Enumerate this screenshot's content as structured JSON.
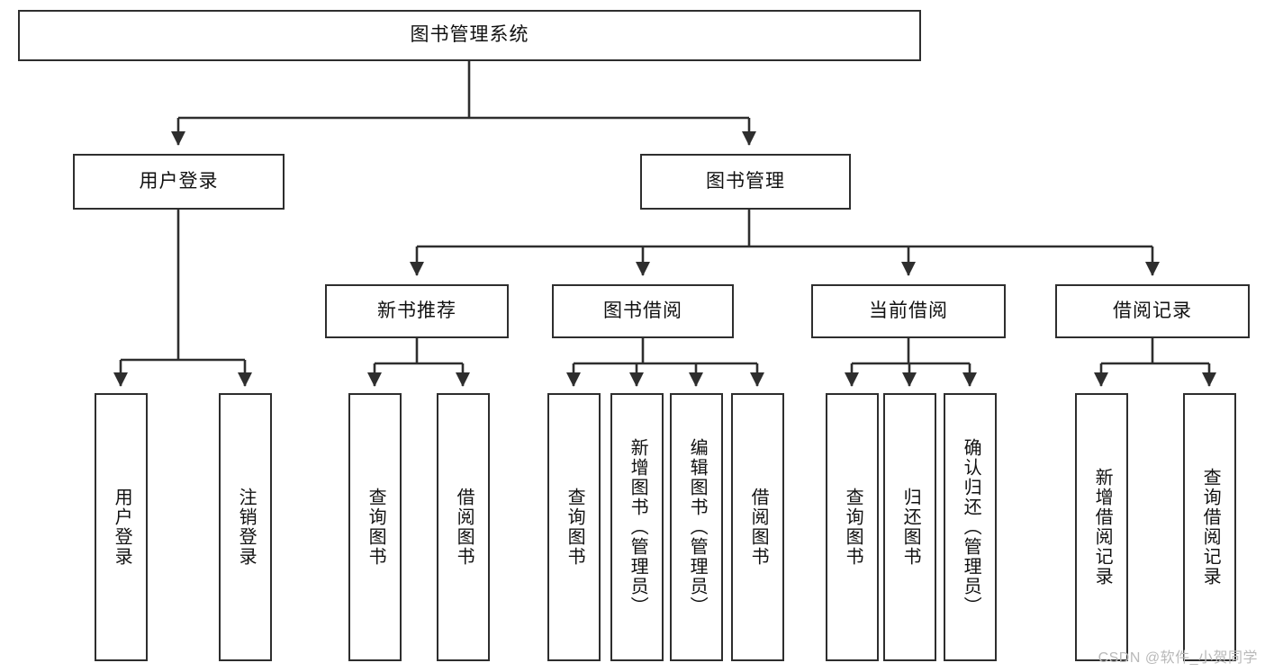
{
  "diagram": {
    "title": "图书管理系统",
    "type": "tree",
    "colors": {
      "box_border": "#2e2e2e",
      "box_fill": "#ffffff",
      "edge": "#2e2e2e",
      "text": "#111111",
      "watermark": "#b9b9b9"
    },
    "nodes": {
      "root": {
        "label": "图书管理系统"
      },
      "level2": [
        {
          "id": "user-login",
          "label": "用户登录"
        },
        {
          "id": "book-management",
          "label": "图书管理"
        }
      ],
      "level3": [
        {
          "id": "new-book-recommend",
          "label": "新书推荐"
        },
        {
          "id": "book-borrow",
          "label": "图书借阅"
        },
        {
          "id": "current-borrow",
          "label": "当前借阅"
        },
        {
          "id": "borrow-record",
          "label": "借阅记录"
        }
      ],
      "leaves_user_login": [
        {
          "id": "leaf-user-login",
          "label": "用户登录"
        },
        {
          "id": "leaf-logout",
          "label": "注销登录"
        }
      ],
      "leaves_new_book_recommend": [
        {
          "id": "leaf-query-book-1",
          "label": "查询图书"
        },
        {
          "id": "leaf-borrow-book-1",
          "label": "借阅图书"
        }
      ],
      "leaves_book_borrow": [
        {
          "id": "leaf-query-book-2",
          "label": "查询图书"
        },
        {
          "id": "leaf-add-book",
          "label": "新增图书（管理员）"
        },
        {
          "id": "leaf-edit-book",
          "label": "编辑图书（管理员）"
        },
        {
          "id": "leaf-borrow-book-2",
          "label": "借阅图书"
        }
      ],
      "leaves_current_borrow": [
        {
          "id": "leaf-query-book-3",
          "label": "查询图书"
        },
        {
          "id": "leaf-return-book",
          "label": "归还图书"
        },
        {
          "id": "leaf-confirm-return",
          "label": "确认归还（管理员）"
        }
      ],
      "leaves_borrow_record": [
        {
          "id": "leaf-add-record",
          "label": "新增借阅记录"
        },
        {
          "id": "leaf-query-record",
          "label": "查询借阅记录"
        }
      ]
    },
    "watermark": "CSDN @软件_小贺同学"
  }
}
